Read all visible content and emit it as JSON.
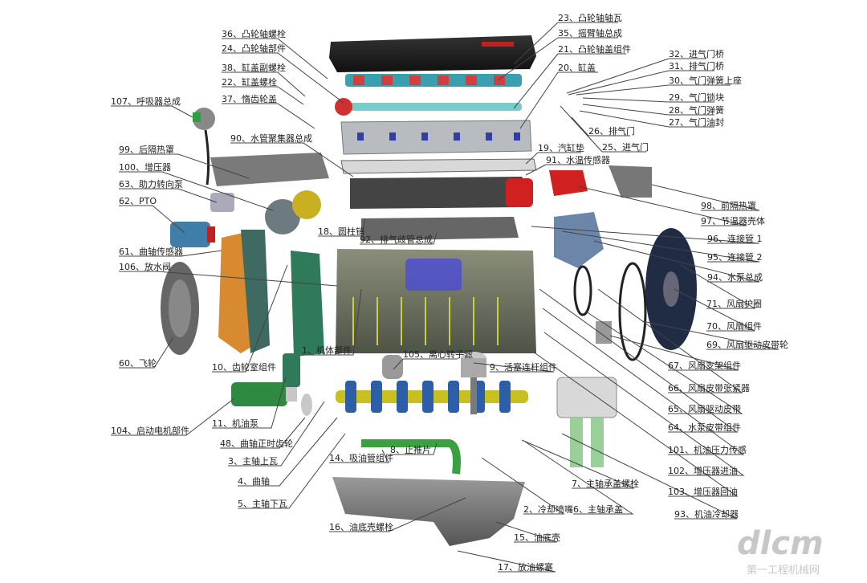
{
  "labels": [
    {
      "id": "l23",
      "text": "23、凸轮轴轴瓦"
    },
    {
      "id": "l35",
      "text": "35、摇臂轴总成"
    },
    {
      "id": "l36",
      "text": "36、凸轮轴螺栓"
    },
    {
      "id": "l24",
      "text": "24、凸轮轴部件"
    },
    {
      "id": "l21",
      "text": "21、凸轮轴盖组件"
    },
    {
      "id": "l20",
      "text": "20、缸盖"
    },
    {
      "id": "l32",
      "text": "32、进气门桥"
    },
    {
      "id": "l31",
      "text": "31、排气门桥"
    },
    {
      "id": "l30",
      "text": "30、气门弹簧上座"
    },
    {
      "id": "l29",
      "text": "29、气门锁块"
    },
    {
      "id": "l28",
      "text": "28、气门弹簧"
    },
    {
      "id": "l27",
      "text": "27、气门油封"
    },
    {
      "id": "l26",
      "text": "26、排气门"
    },
    {
      "id": "l25",
      "text": "25、进气门"
    },
    {
      "id": "l38",
      "text": "38、缸盖副螺栓"
    },
    {
      "id": "l22",
      "text": "22、缸盖螺栓"
    },
    {
      "id": "l37",
      "text": "37、惰齿轮盖"
    },
    {
      "id": "l107",
      "text": "107、呼吸器总成"
    },
    {
      "id": "l90",
      "text": "90、水管聚集器总成"
    },
    {
      "id": "l99",
      "text": "99、后隔热罩"
    },
    {
      "id": "l19",
      "text": "19、汽缸垫"
    },
    {
      "id": "l91",
      "text": "91、水温传感器"
    },
    {
      "id": "l100",
      "text": "100、增压器"
    },
    {
      "id": "l63",
      "text": "63、助力转向泵"
    },
    {
      "id": "l62",
      "text": "62、PTO"
    },
    {
      "id": "l98",
      "text": "98、前隔热罩"
    },
    {
      "id": "l97",
      "text": "97、节温器壳体"
    },
    {
      "id": "l18",
      "text": "18、圆柱销"
    },
    {
      "id": "l92",
      "text": "92、排气歧管总成"
    },
    {
      "id": "l96",
      "text": "96、连接管 1"
    },
    {
      "id": "l61",
      "text": "61、曲轴传感器"
    },
    {
      "id": "l95",
      "text": "95、连接管 2"
    },
    {
      "id": "l106",
      "text": "106、放水阀"
    },
    {
      "id": "l94",
      "text": "94、水泵总成"
    },
    {
      "id": "l71",
      "text": "71、风扇护圈"
    },
    {
      "id": "l70",
      "text": "70、风扇组件"
    },
    {
      "id": "l69",
      "text": "69、风扇驱动皮带轮"
    },
    {
      "id": "l1",
      "text": "1、机体部件"
    },
    {
      "id": "l105",
      "text": "105、离心转子滤"
    },
    {
      "id": "l60",
      "text": "60、飞轮"
    },
    {
      "id": "l10",
      "text": "10、齿轮室组件"
    },
    {
      "id": "l9",
      "text": "9、活塞连杆组件"
    },
    {
      "id": "l67",
      "text": "67、风扇支架组件"
    },
    {
      "id": "l66",
      "text": "66、风扇皮带张紧器"
    },
    {
      "id": "l11",
      "text": "11、机油泵"
    },
    {
      "id": "l65",
      "text": "65、风扇驱动皮带"
    },
    {
      "id": "l104",
      "text": "104、启动电机部件"
    },
    {
      "id": "l64",
      "text": "64、水泵皮带组件"
    },
    {
      "id": "l48",
      "text": "48、曲轴正时齿轮"
    },
    {
      "id": "l101",
      "text": "101、机油压力传感"
    },
    {
      "id": "l14",
      "text": "14、吸油管组件"
    },
    {
      "id": "l8",
      "text": "8、止推片"
    },
    {
      "id": "l3",
      "text": "3、主轴上瓦"
    },
    {
      "id": "l102",
      "text": "102、增压器进油"
    },
    {
      "id": "l4",
      "text": "4、曲轴"
    },
    {
      "id": "l7",
      "text": "7、主轴承盖螺栓"
    },
    {
      "id": "l103",
      "text": "103、增压器回油"
    },
    {
      "id": "l5",
      "text": "5、主轴下瓦"
    },
    {
      "id": "l2",
      "text": "2、冷却喷嘴"
    },
    {
      "id": "l6",
      "text": "6、主轴承盖"
    },
    {
      "id": "l93",
      "text": "93、机油冷却器"
    },
    {
      "id": "l16",
      "text": "16、油底壳螺栓"
    },
    {
      "id": "l15",
      "text": "15、油底壳"
    },
    {
      "id": "l17",
      "text": "17、放油螺塞"
    }
  ],
  "watermark": {
    "logo": "dlcm",
    "site": "第一工程机械网"
  }
}
